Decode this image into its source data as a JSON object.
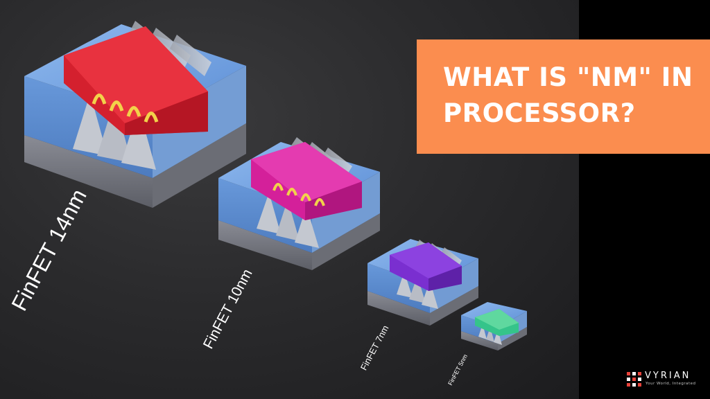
{
  "banner": {
    "line1": "WHAT IS \"NM\" IN",
    "line2": "PROCESSOR?"
  },
  "labels": {
    "finfet_14": "FinFET 14nm",
    "finfet_10": "FinFET 10nm",
    "finfet_7": "FinFET 7nm",
    "finfet_5": "FinFET 5nm"
  },
  "logo": {
    "name": "VYRIAN",
    "tagline": "Your World, Integrated"
  },
  "colors": {
    "banner": "#fb8d4f",
    "gate_14": "#d4202e",
    "gate_10": "#d4209a",
    "gate_7": "#7a2fd0",
    "gate_5": "#35c48a",
    "substrate": "#6f9fdc"
  }
}
